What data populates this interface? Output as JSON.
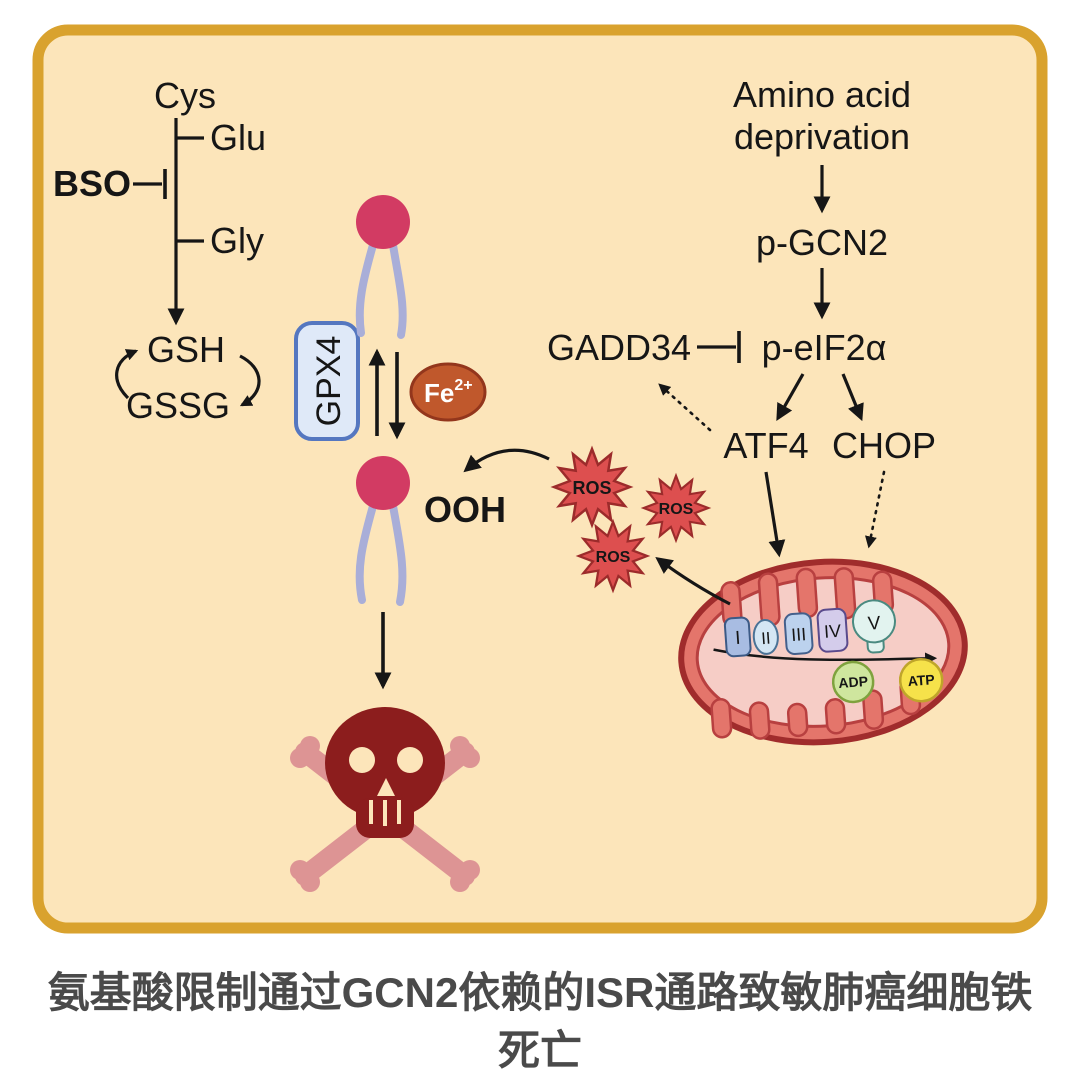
{
  "figure": {
    "caption": "氨基酸限制通过GCN2依赖的ISR通路致敏肺癌细胞铁死亡"
  },
  "labels": {
    "cys": "Cys",
    "glu": "Glu",
    "bso": "BSO",
    "gly": "Gly",
    "gsh": "GSH",
    "gssg": "GSSG",
    "gpx4": "GPX4",
    "fe_base": "Fe",
    "fe_sup": "2+",
    "ooh": "OOH",
    "amino1": "Amino acid",
    "amino2": "deprivation",
    "pgcn2": "p-GCN2",
    "gadd34": "GADD34",
    "peif2a": "p-eIF2α",
    "atf4": "ATF4",
    "chop": "CHOP",
    "ros": "ROS",
    "c1": "I",
    "c2": "II",
    "c3": "III",
    "c4": "IV",
    "c5": "V",
    "adp": "ADP",
    "atp": "ATP"
  },
  "colors": {
    "page_bg": "#ffffff",
    "panel_bg": "#fce5ba",
    "panel_border": "#d9a22e",
    "accent_red": "#e8211d",
    "lipid_head": "#d23b63",
    "lipid_tail": "#a9aed8",
    "iron": "#c0582c",
    "ros_burst": "#dd4f4f",
    "skull": "#8c1d1d",
    "bones": "#dd9494",
    "mito_rim": "#e4756b",
    "mito_matrix": "#f6cdc6",
    "adp_green": "#cfe69e",
    "atp_yellow": "#f6e24a",
    "caption_text": "#4a4a4a"
  }
}
